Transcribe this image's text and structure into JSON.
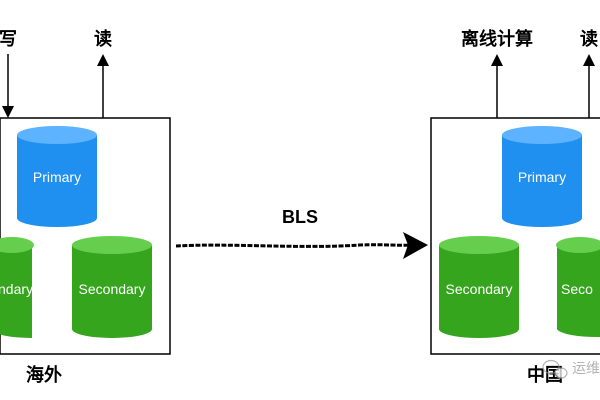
{
  "overseas": {
    "region_label": "海外",
    "write_label": "写",
    "read_label": "读",
    "primary_label": "Primary",
    "secondary_left_label": "ndary",
    "secondary_right_label": "Secondary"
  },
  "china": {
    "region_label": "中国",
    "offline_label": "离线计算",
    "read_label": "读",
    "primary_label": "Primary",
    "secondary_left_label": "Secondary",
    "secondary_right_label": "Seco"
  },
  "link": {
    "label": "BLS"
  },
  "watermark": {
    "text": "运维"
  },
  "colors": {
    "primary": "#1f8ff0",
    "primary_top": "#5db3ff",
    "secondary": "#35a51d",
    "secondary_top": "#65cf4d",
    "line": "#000000"
  }
}
